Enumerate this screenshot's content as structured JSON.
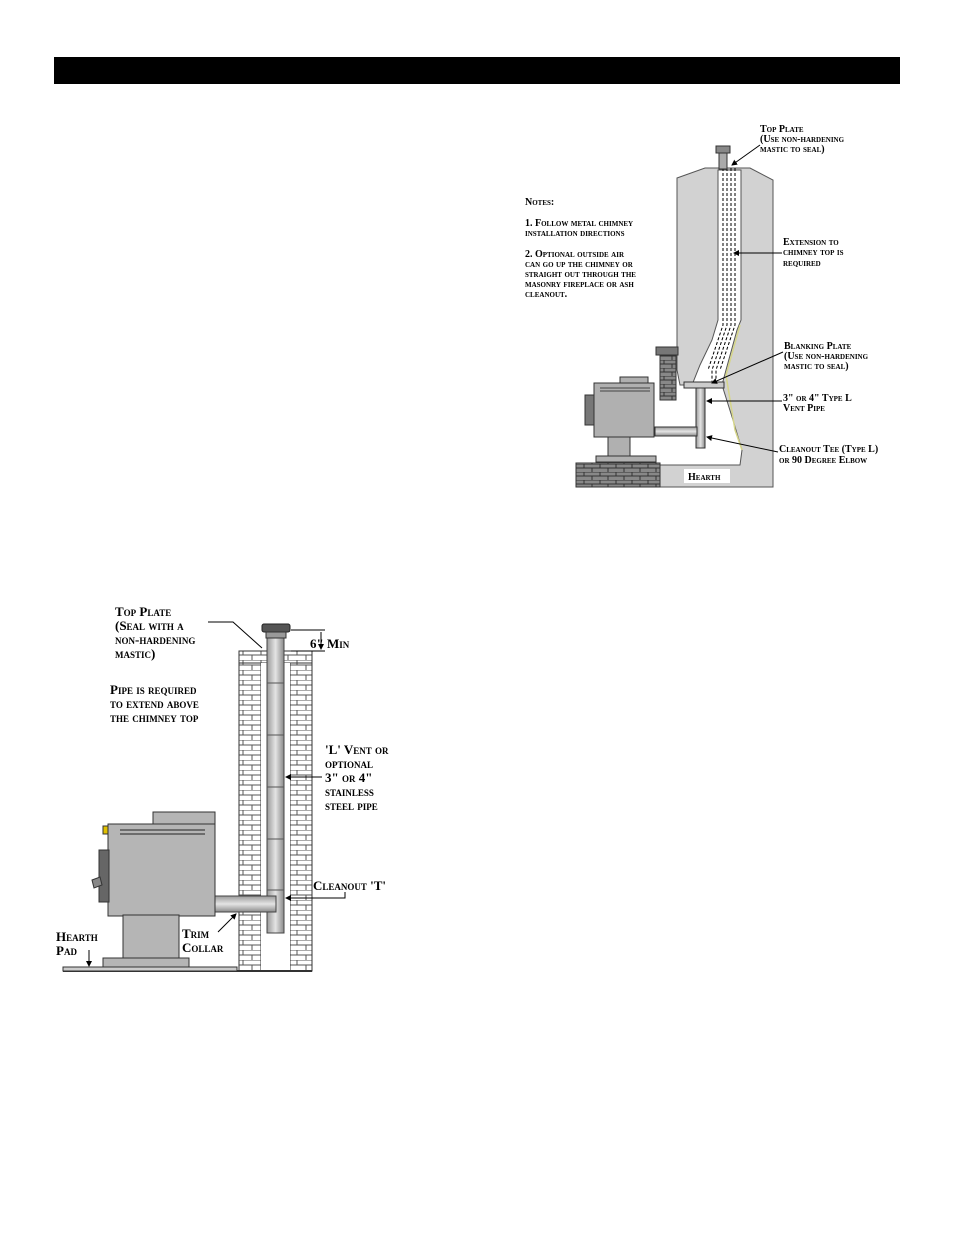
{
  "page": {
    "header_bar_color": "#000000"
  },
  "figure_top": {
    "notes_title": "Notes:",
    "note1": [
      "1.  Follow metal chimney",
      "installation directions"
    ],
    "note2": [
      "2.  Optional outside air",
      "can go up the chimney or",
      "straight out through the",
      "masonry fireplace or ash",
      "cleanout."
    ],
    "top_plate": [
      "Top Plate",
      "(Use non-hardening",
      "mastic to seal)"
    ],
    "extension": [
      "Extension to",
      "chimney top is",
      "required"
    ],
    "blanking_plate": [
      "Blanking Plate",
      "(Use non-hardening",
      "mastic to seal)"
    ],
    "vent_pipe": [
      "3\" or 4\" Type L",
      "Vent Pipe"
    ],
    "cleanout_tee": [
      "Cleanout Tee (Type L)",
      "or 90 Degree Elbow"
    ],
    "hearth": "Hearth"
  },
  "figure_bottom": {
    "top_plate": [
      "Top Plate",
      "(Seal with a",
      "non-hardening",
      "mastic)"
    ],
    "min_clearance": "6\" Min",
    "pipe_required": [
      "Pipe is required",
      "to extend above",
      "the chimney top"
    ],
    "vent_option": [
      "'L' Vent or",
      "optional",
      "3\" or 4\"",
      "stainless",
      "steel pipe"
    ],
    "cleanout": "Cleanout 'T'",
    "hearth_pad": [
      "Hearth",
      "Pad"
    ],
    "trim_collar": [
      "Trim",
      "Collar"
    ]
  }
}
